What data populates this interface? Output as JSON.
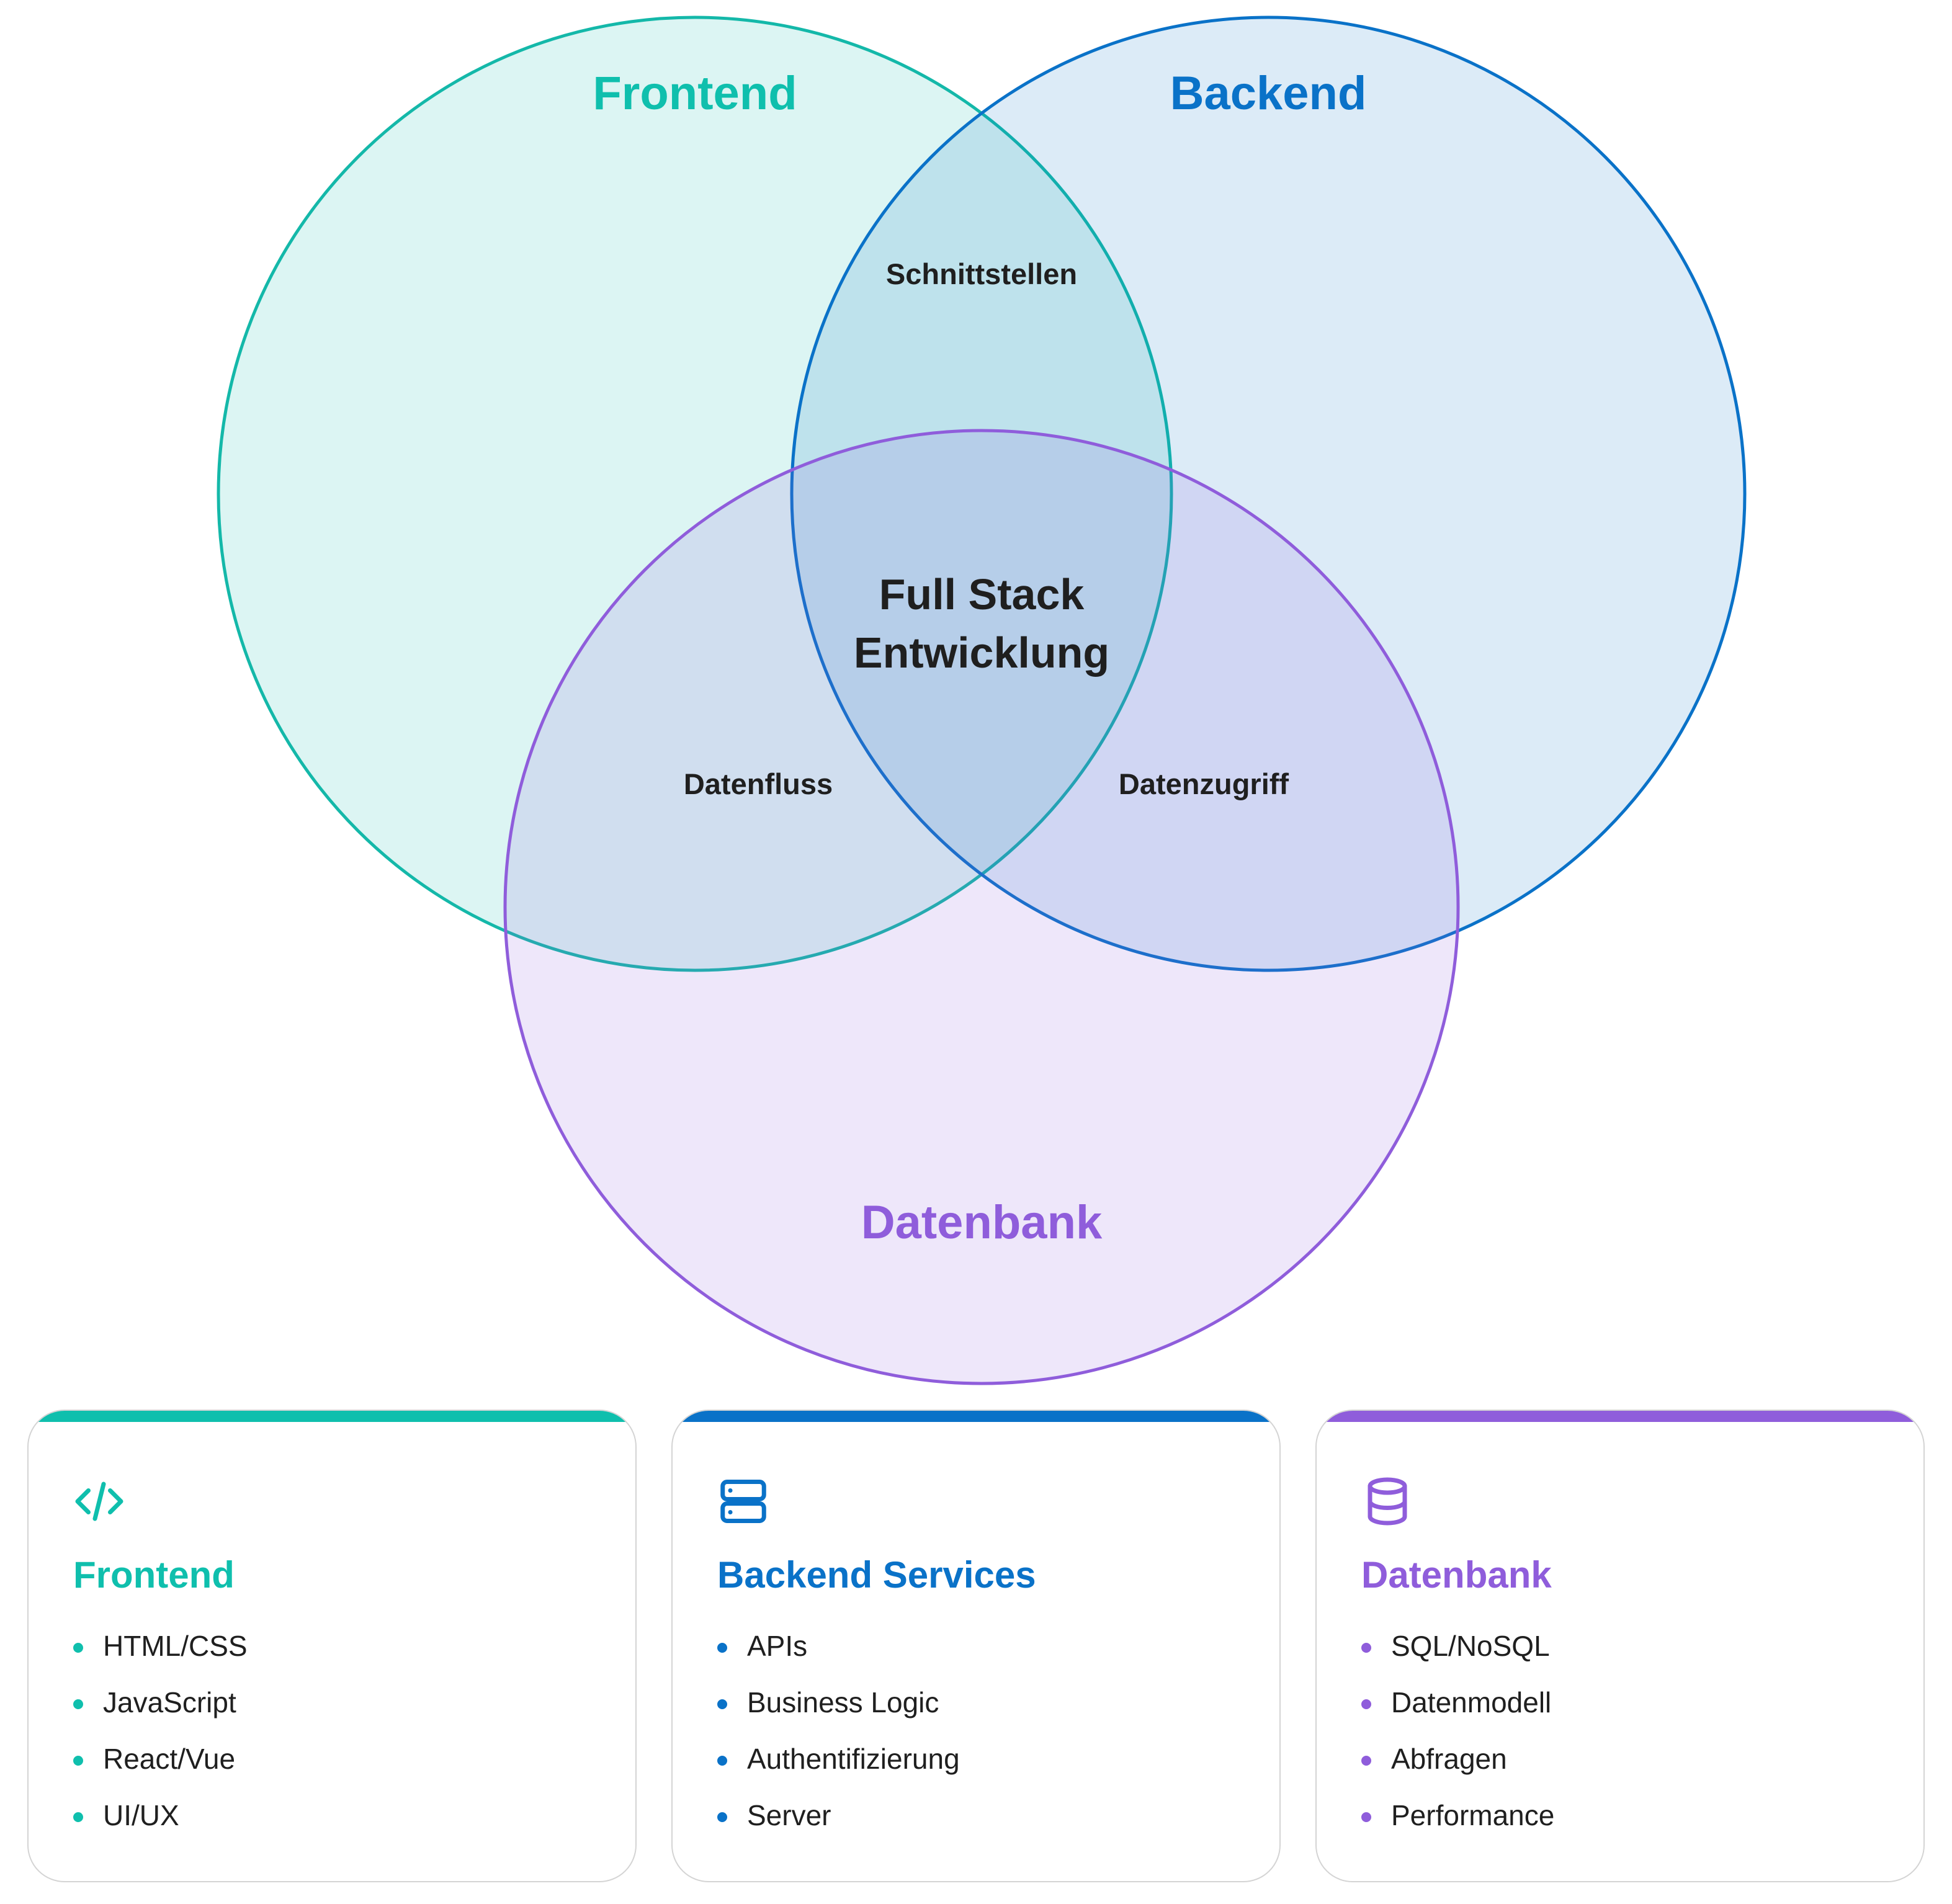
{
  "colors": {
    "frontend": "#0fbfad",
    "backend": "#0a72c8",
    "database": "#8f5ddb",
    "text": "#1f1f1f"
  },
  "venn": {
    "sets": {
      "frontend": "Frontend",
      "backend": "Backend",
      "database": "Datenbank"
    },
    "intersections": {
      "frontend_backend": "Schnittstellen",
      "frontend_database": "Datenfluss",
      "backend_database": "Datenzugriff"
    },
    "center": {
      "line1": "Full Stack",
      "line2": "Entwicklung"
    }
  },
  "cards": [
    {
      "icon": "code-icon",
      "title": "Frontend",
      "items": [
        "HTML/CSS",
        "JavaScript",
        "React/Vue",
        "UI/UX"
      ]
    },
    {
      "icon": "server-icon",
      "title": "Backend Services",
      "items": [
        "APIs",
        "Business Logic",
        "Authentifizierung",
        "Server"
      ]
    },
    {
      "icon": "database-icon",
      "title": "Datenbank",
      "items": [
        "SQL/NoSQL",
        "Datenmodell",
        "Abfragen",
        "Performance"
      ]
    }
  ]
}
